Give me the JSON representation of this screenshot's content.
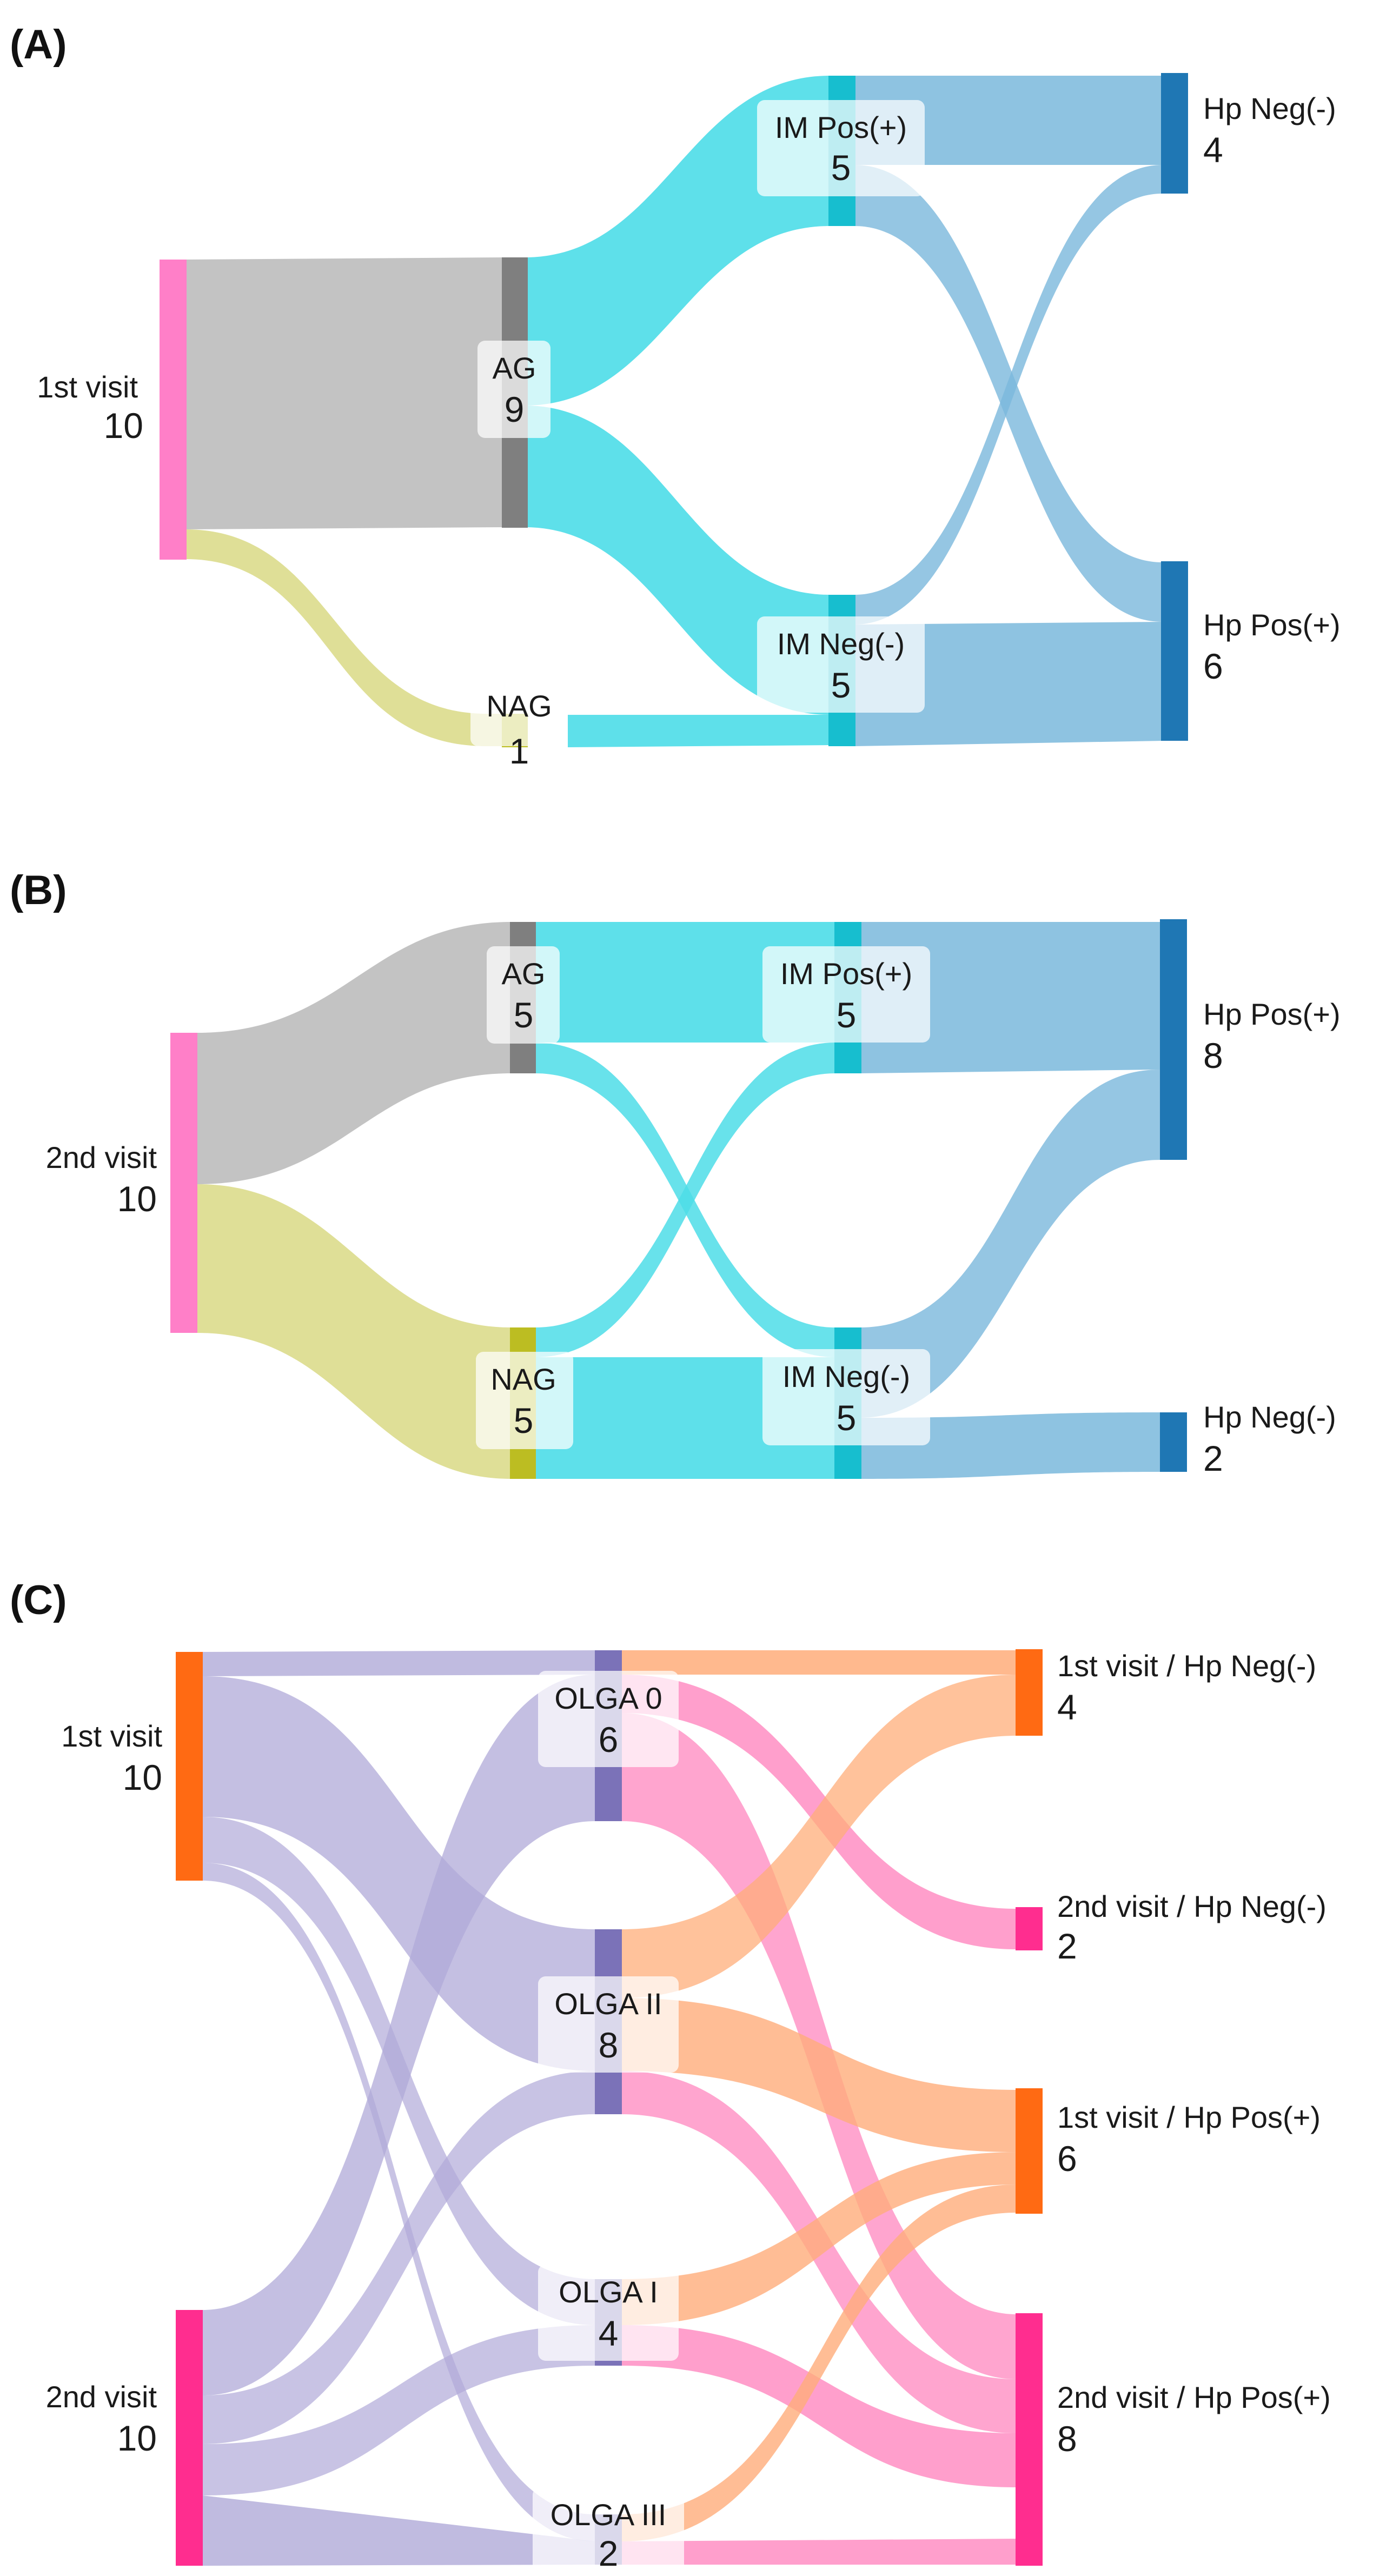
{
  "panels": [
    {
      "id": "A",
      "label": "(A)",
      "nodes": [
        {
          "id": "v1",
          "name": "1st visit",
          "value": "10",
          "color": "#ff7fc8"
        },
        {
          "id": "ag",
          "name": "AG",
          "value": "9",
          "color": "#7f7f7f"
        },
        {
          "id": "nag",
          "name": "NAG",
          "value": "1",
          "color": "#bcbd22"
        },
        {
          "id": "imp",
          "name": "IM Pos(+)",
          "value": "5",
          "color": "#17becf"
        },
        {
          "id": "imn",
          "name": "IM Neg(-)",
          "value": "5",
          "color": "#17becf"
        },
        {
          "id": "hpn",
          "name": "Hp Neg(-)",
          "value": "4",
          "color": "#1f77b4"
        },
        {
          "id": "hpp",
          "name": "Hp Pos(+)",
          "value": "6",
          "color": "#1f77b4"
        }
      ],
      "links": [
        {
          "source": "1st visit",
          "target": "AG",
          "value": 9,
          "color": "#bdbdbd"
        },
        {
          "source": "1st visit",
          "target": "NAG",
          "value": 1,
          "color": "#dcdc8c"
        },
        {
          "source": "AG",
          "target": "IM Pos(+)",
          "value": 5,
          "color": "#4ddde8"
        },
        {
          "source": "AG",
          "target": "IM Neg(-)",
          "value": 4,
          "color": "#4ddde8"
        },
        {
          "source": "NAG",
          "target": "IM Neg(-)",
          "value": 1,
          "color": "#4ddde8"
        },
        {
          "source": "IM Pos(+)",
          "target": "Hp Neg(-)",
          "value": 3,
          "color": "#7ab8dc"
        },
        {
          "source": "IM Pos(+)",
          "target": "Hp Pos(+)",
          "value": 2,
          "color": "#7ab8dc"
        },
        {
          "source": "IM Neg(-)",
          "target": "Hp Neg(-)",
          "value": 1,
          "color": "#7ab8dc"
        },
        {
          "source": "IM Neg(-)",
          "target": "Hp Pos(+)",
          "value": 4,
          "color": "#7ab8dc"
        }
      ]
    },
    {
      "id": "B",
      "label": "(B)",
      "nodes": [
        {
          "id": "v2",
          "name": "2nd visit",
          "value": "10",
          "color": "#ff7fc8"
        },
        {
          "id": "ag",
          "name": "AG",
          "value": "5",
          "color": "#7f7f7f"
        },
        {
          "id": "nag",
          "name": "NAG",
          "value": "5",
          "color": "#bcbd22"
        },
        {
          "id": "imp",
          "name": "IM Pos(+)",
          "value": "5",
          "color": "#17becf"
        },
        {
          "id": "imn",
          "name": "IM Neg(-)",
          "value": "5",
          "color": "#17becf"
        },
        {
          "id": "hpp",
          "name": "Hp Pos(+)",
          "value": "8",
          "color": "#1f77b4"
        },
        {
          "id": "hpn",
          "name": "Hp Neg(-)",
          "value": "2",
          "color": "#1f77b4"
        }
      ],
      "links": [
        {
          "source": "2nd visit",
          "target": "AG",
          "value": 5,
          "color": "#bdbdbd"
        },
        {
          "source": "2nd visit",
          "target": "NAG",
          "value": 5,
          "color": "#dcdc8c"
        },
        {
          "source": "AG",
          "target": "IM Pos(+)",
          "value": 4,
          "color": "#4ddde8"
        },
        {
          "source": "AG",
          "target": "IM Neg(-)",
          "value": 1,
          "color": "#4ddde8"
        },
        {
          "source": "NAG",
          "target": "IM Pos(+)",
          "value": 1,
          "color": "#4ddde8"
        },
        {
          "source": "NAG",
          "target": "IM Neg(-)",
          "value": 4,
          "color": "#4ddde8"
        },
        {
          "source": "IM Pos(+)",
          "target": "Hp Pos(+)",
          "value": 5,
          "color": "#7ab8dc"
        },
        {
          "source": "IM Neg(-)",
          "target": "Hp Pos(+)",
          "value": 3,
          "color": "#7ab8dc"
        },
        {
          "source": "IM Neg(-)",
          "target": "Hp Neg(-)",
          "value": 2,
          "color": "#7ab8dc"
        }
      ]
    },
    {
      "id": "C",
      "label": "(C)",
      "nodes": [
        {
          "id": "v1",
          "name": "1st visit",
          "value": "10",
          "color": "#ff6a13"
        },
        {
          "id": "v2",
          "name": "2nd visit",
          "value": "10",
          "color": "#ff2d8f"
        },
        {
          "id": "o0",
          "name": "OLGA 0",
          "value": "6",
          "color": "#7b72b8"
        },
        {
          "id": "o2",
          "name": "OLGA II",
          "value": "8",
          "color": "#7b72b8"
        },
        {
          "id": "o1",
          "name": "OLGA I",
          "value": "4",
          "color": "#7b72b8"
        },
        {
          "id": "o3",
          "name": "OLGA III",
          "value": "2",
          "color": "#7b72b8"
        },
        {
          "id": "v1hn",
          "name": "1st visit / Hp Neg(-)",
          "value": "4",
          "color": "#ff6a13"
        },
        {
          "id": "v2hn",
          "name": "2nd visit / Hp Neg(-)",
          "value": "2",
          "color": "#ff2d8f"
        },
        {
          "id": "v1hp",
          "name": "1st visit / Hp Pos(+)",
          "value": "6",
          "color": "#ff6a13"
        },
        {
          "id": "v2hp",
          "name": "2nd visit / Hp Pos(+)",
          "value": "8",
          "color": "#ff2d8f"
        }
      ],
      "links": [
        {
          "source": "1st visit",
          "target": "OLGA 0",
          "value": 1,
          "color": "#b0aad8"
        },
        {
          "source": "1st visit",
          "target": "OLGA II",
          "value": 6,
          "color": "#b0aad8"
        },
        {
          "source": "1st visit",
          "target": "OLGA I",
          "value": 2,
          "color": "#b0aad8"
        },
        {
          "source": "1st visit",
          "target": "OLGA III",
          "value": 1,
          "color": "#b0aad8"
        },
        {
          "source": "2nd visit",
          "target": "OLGA 0",
          "value": 5,
          "color": "#b0aad8"
        },
        {
          "source": "2nd visit",
          "target": "OLGA II",
          "value": 2,
          "color": "#b0aad8"
        },
        {
          "source": "2nd visit",
          "target": "OLGA I",
          "value": 2,
          "color": "#b0aad8"
        },
        {
          "source": "2nd visit",
          "target": "OLGA III",
          "value": 1,
          "color": "#b0aad8"
        },
        {
          "source": "OLGA 0",
          "target": "1st visit / Hp Neg(-)",
          "value": 1,
          "color": "#ffad7a"
        },
        {
          "source": "OLGA 0",
          "target": "2nd visit / Hp Neg(-)",
          "value": 2,
          "color": "#ff87bf"
        },
        {
          "source": "OLGA 0",
          "target": "2nd visit / Hp Pos(+)",
          "value": 3,
          "color": "#ff87bf"
        },
        {
          "source": "OLGA II",
          "target": "1st visit / Hp Neg(-)",
          "value": 3,
          "color": "#ffad7a"
        },
        {
          "source": "OLGA II",
          "target": "1st visit / Hp Pos(+)",
          "value": 3,
          "color": "#ffad7a"
        },
        {
          "source": "OLGA II",
          "target": "2nd visit / Hp Pos(+)",
          "value": 2,
          "color": "#ff87bf"
        },
        {
          "source": "OLGA I",
          "target": "1st visit / Hp Pos(+)",
          "value": 2,
          "color": "#ffad7a"
        },
        {
          "source": "OLGA I",
          "target": "2nd visit / Hp Pos(+)",
          "value": 2,
          "color": "#ff87bf"
        },
        {
          "source": "OLGA III",
          "target": "1st visit / Hp Pos(+)",
          "value": 1,
          "color": "#ffad7a"
        },
        {
          "source": "OLGA III",
          "target": "2nd visit / Hp Pos(+)",
          "value": 1,
          "color": "#ff87bf"
        }
      ]
    }
  ]
}
